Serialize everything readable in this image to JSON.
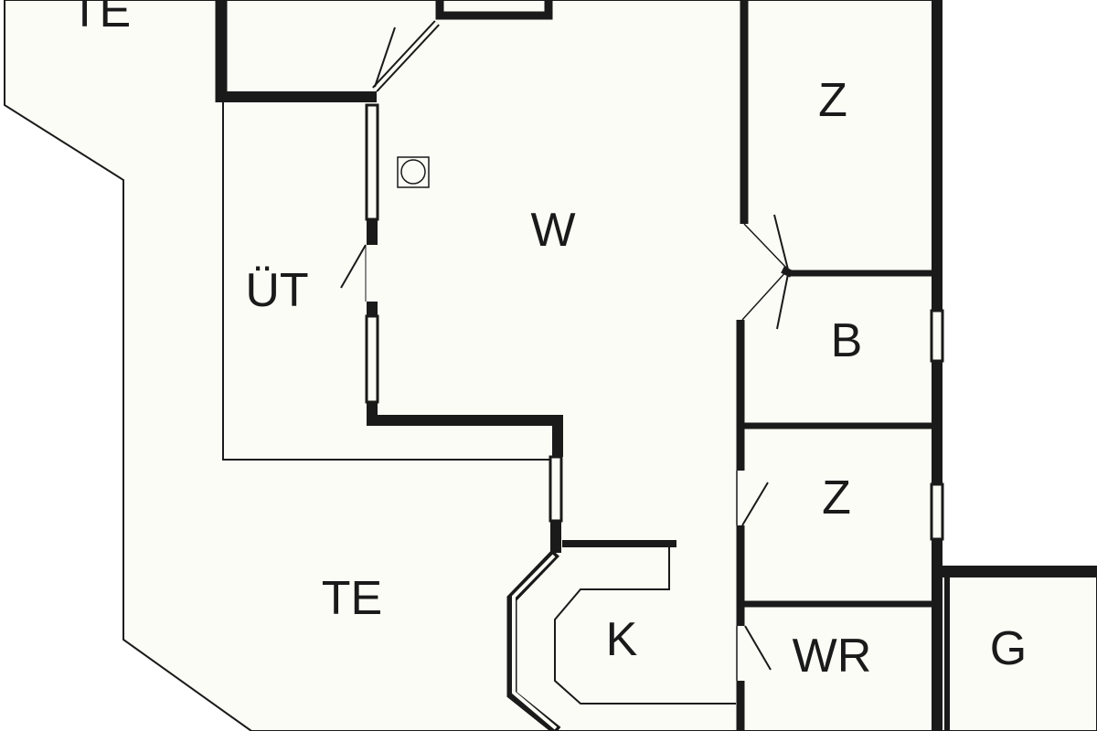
{
  "rooms": [
    {
      "id": "te-top",
      "label": "TE"
    },
    {
      "id": "z-top",
      "label": "Z"
    },
    {
      "id": "w",
      "label": "W"
    },
    {
      "id": "ut",
      "label": "ÜT"
    },
    {
      "id": "b",
      "label": "B"
    },
    {
      "id": "z-mid",
      "label": "Z"
    },
    {
      "id": "te-bottom",
      "label": "TE"
    },
    {
      "id": "k",
      "label": "K"
    },
    {
      "id": "wr",
      "label": "WR"
    },
    {
      "id": "g",
      "label": "G"
    }
  ],
  "colors": {
    "floor": "#fcfcf6",
    "wall": "#1a1a1a",
    "exterior": "#ffffff"
  }
}
